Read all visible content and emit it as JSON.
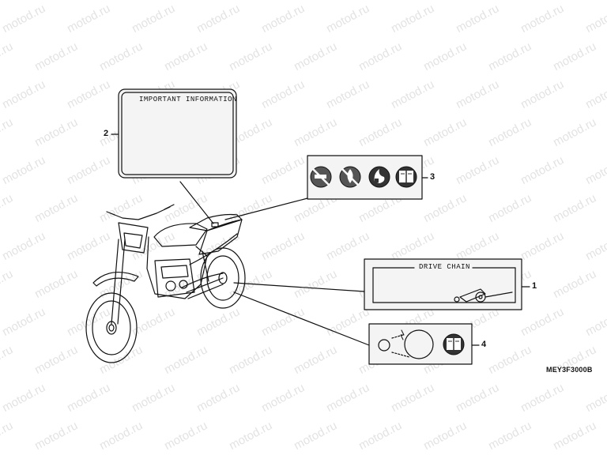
{
  "watermark": "motod.ru",
  "parts": {
    "part2": {
      "number": "2",
      "label": "IMPORTANT INFORMATION"
    },
    "part3": {
      "number": "3"
    },
    "part1": {
      "number": "1",
      "label": "DRIVE CHAIN"
    },
    "part4": {
      "number": "4"
    }
  },
  "diagram_code": "MEY3F3000B",
  "colors": {
    "line": "#111111",
    "label_fill": "#f4f4f4",
    "icon_fill": "#555555",
    "watermark": "#c8c8c8"
  },
  "icons": [
    "no-smoking-icon",
    "no-open-flame-icon",
    "fire-hazard-icon",
    "owners-manual-icon"
  ]
}
